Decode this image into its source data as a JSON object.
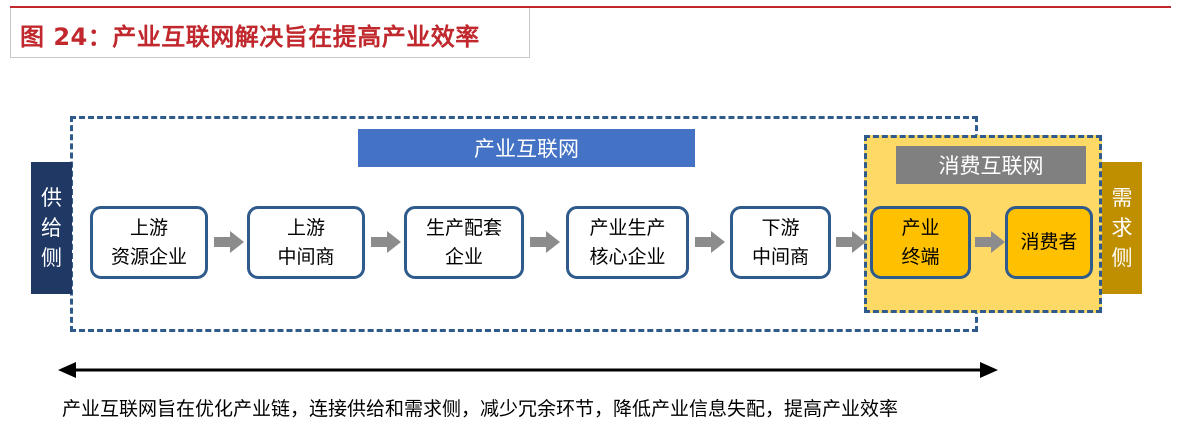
{
  "title": "图 24：产业互联网解决旨在提高产业效率",
  "industry_internet_label": "产业互联网",
  "consumer_internet_label": "消费互联网",
  "supply_side": [
    "供",
    "给",
    "侧"
  ],
  "demand_side": [
    "需",
    "求",
    "侧"
  ],
  "nodes": [
    {
      "line1": "上游",
      "line2": "资源企业"
    },
    {
      "line1": "上游",
      "line2": "中间商"
    },
    {
      "line1": "生产配套",
      "line2": "企业"
    },
    {
      "line1": "产业生产",
      "line2": "核心企业"
    },
    {
      "line1": "下游",
      "line2": "中间商"
    },
    {
      "line1": "产业",
      "line2": "终端"
    },
    {
      "line1": "消费者",
      "line2": ""
    }
  ],
  "caption": "产业互联网旨在优化产业链，连接供给和需求侧，减少冗余环节，降低产业信息失配，提高产业效率",
  "colors": {
    "accent_red": "#c0282d",
    "navy": "#1f3864",
    "blue": "#4472c4",
    "gray": "#808080",
    "gold": "#ffc000",
    "light_gold": "#ffd966",
    "dark_gold": "#bf8f00",
    "border_blue": "#2e5a8c"
  }
}
